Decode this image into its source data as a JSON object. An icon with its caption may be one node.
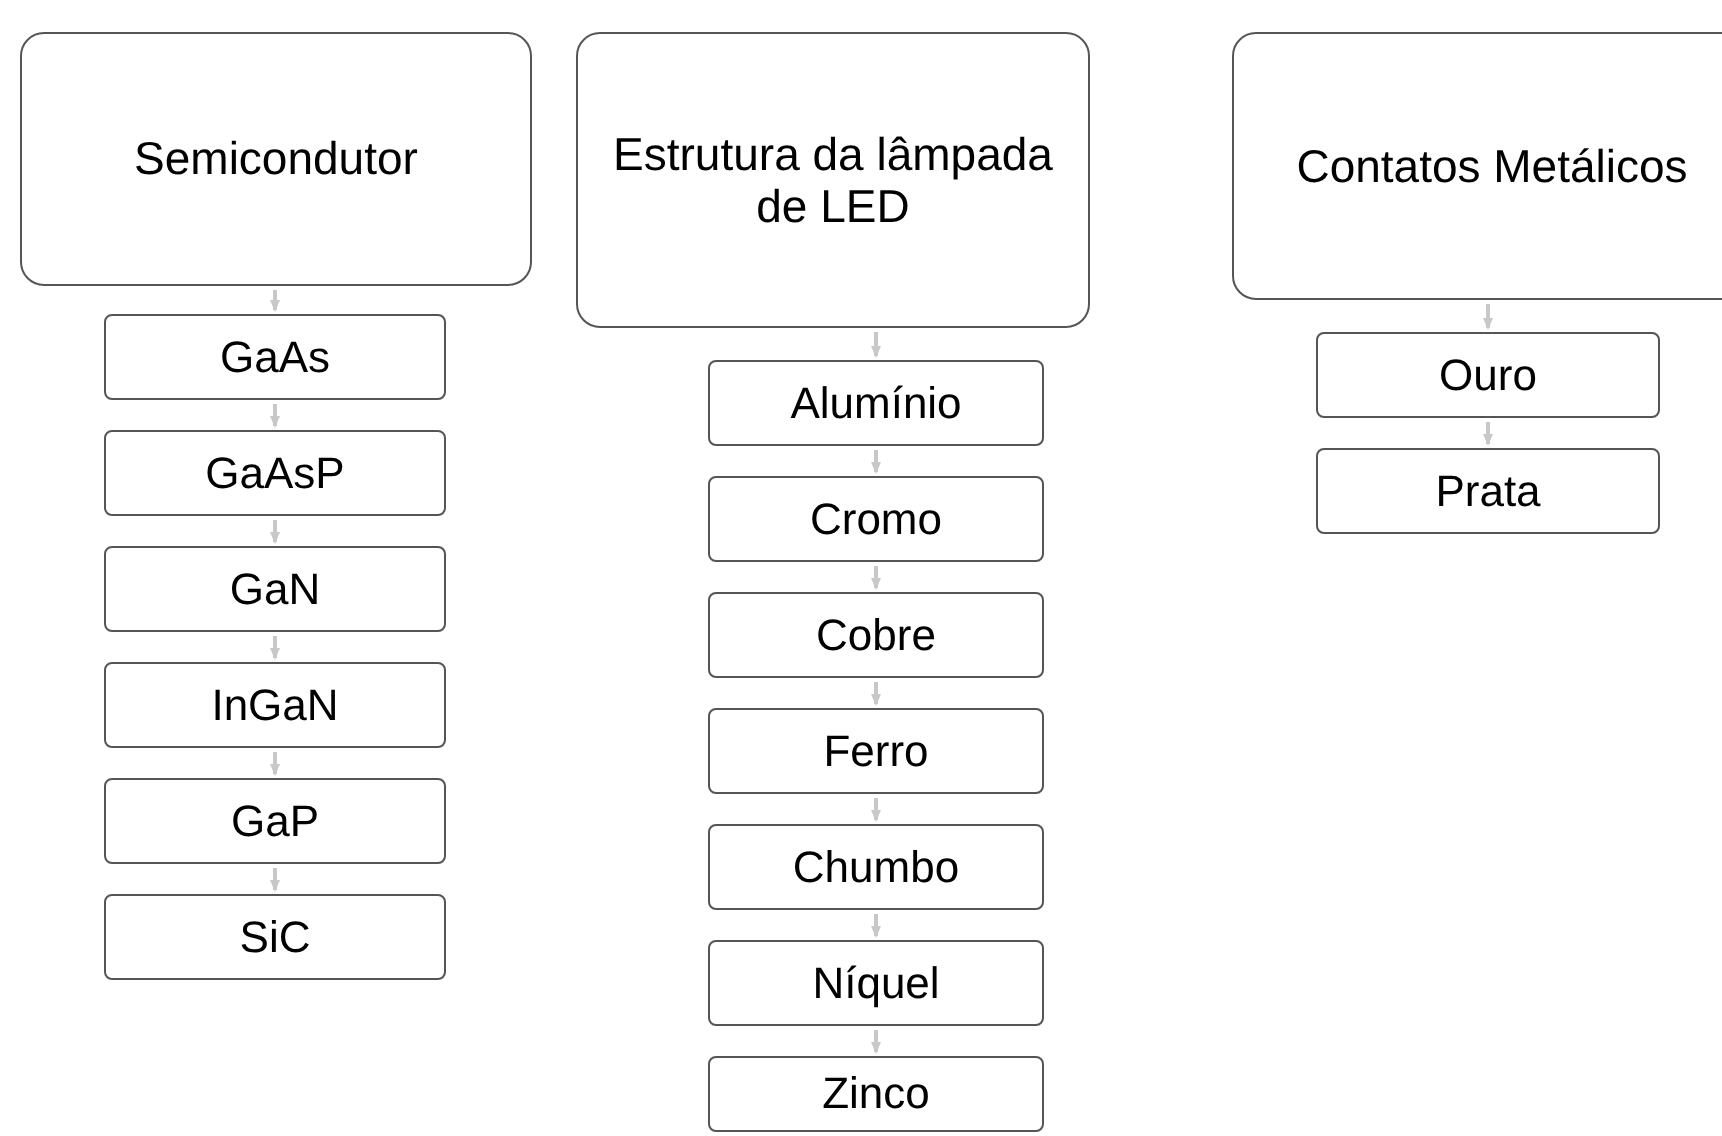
{
  "diagram": {
    "nodes": [
      {
        "text": [
          "Semicondutor"
        ]
      },
      {
        "text": [
          "GaAs"
        ]
      },
      {
        "text": [
          "GaAsP"
        ]
      },
      {
        "text": [
          "GaN"
        ]
      },
      {
        "text": [
          "InGaN"
        ]
      },
      {
        "text": [
          "GaP"
        ]
      },
      {
        "text": [
          "SiC"
        ]
      },
      {
        "text": [
          "Estrutura da lâmpada de LED"
        ]
      },
      {
        "text": [
          "Alumínio"
        ]
      },
      {
        "text": [
          "Cromo"
        ]
      },
      {
        "text": [
          "Cobre"
        ]
      },
      {
        "text": [
          "Ferro"
        ]
      },
      {
        "text": [
          "Chumbo"
        ]
      },
      {
        "text": [
          "Níquel"
        ]
      },
      {
        "text": [
          "Zinco"
        ]
      },
      {
        "text": [
          "Contatos Metálicos"
        ]
      },
      {
        "text": [
          "Ouro"
        ]
      },
      {
        "text": [
          "Prata"
        ]
      }
    ],
    "edges": [
      {
        "from": 0,
        "to": 1,
        "arrow": "to"
      },
      {
        "from": 1,
        "to": 2,
        "arrow": "to"
      },
      {
        "from": 2,
        "to": 3,
        "arrow": "to"
      },
      {
        "from": 3,
        "to": 4,
        "arrow": "to"
      },
      {
        "from": 4,
        "to": 5,
        "arrow": "to"
      },
      {
        "from": 5,
        "to": 6,
        "arrow": "to"
      },
      {
        "from": 7,
        "to": 8,
        "arrow": "to"
      },
      {
        "from": 8,
        "to": 9,
        "arrow": "to"
      },
      {
        "from": 9,
        "to": 10,
        "arrow": "to"
      },
      {
        "from": 10,
        "to": 11,
        "arrow": "to"
      },
      {
        "from": 11,
        "to": 12,
        "arrow": "to"
      },
      {
        "from": 12,
        "to": 13,
        "arrow": "to"
      },
      {
        "from": 13,
        "to": 14,
        "arrow": "to"
      },
      {
        "from": 15,
        "to": 16,
        "arrow": "to"
      },
      {
        "from": 16,
        "to": 17,
        "arrow": "to"
      }
    ]
  }
}
